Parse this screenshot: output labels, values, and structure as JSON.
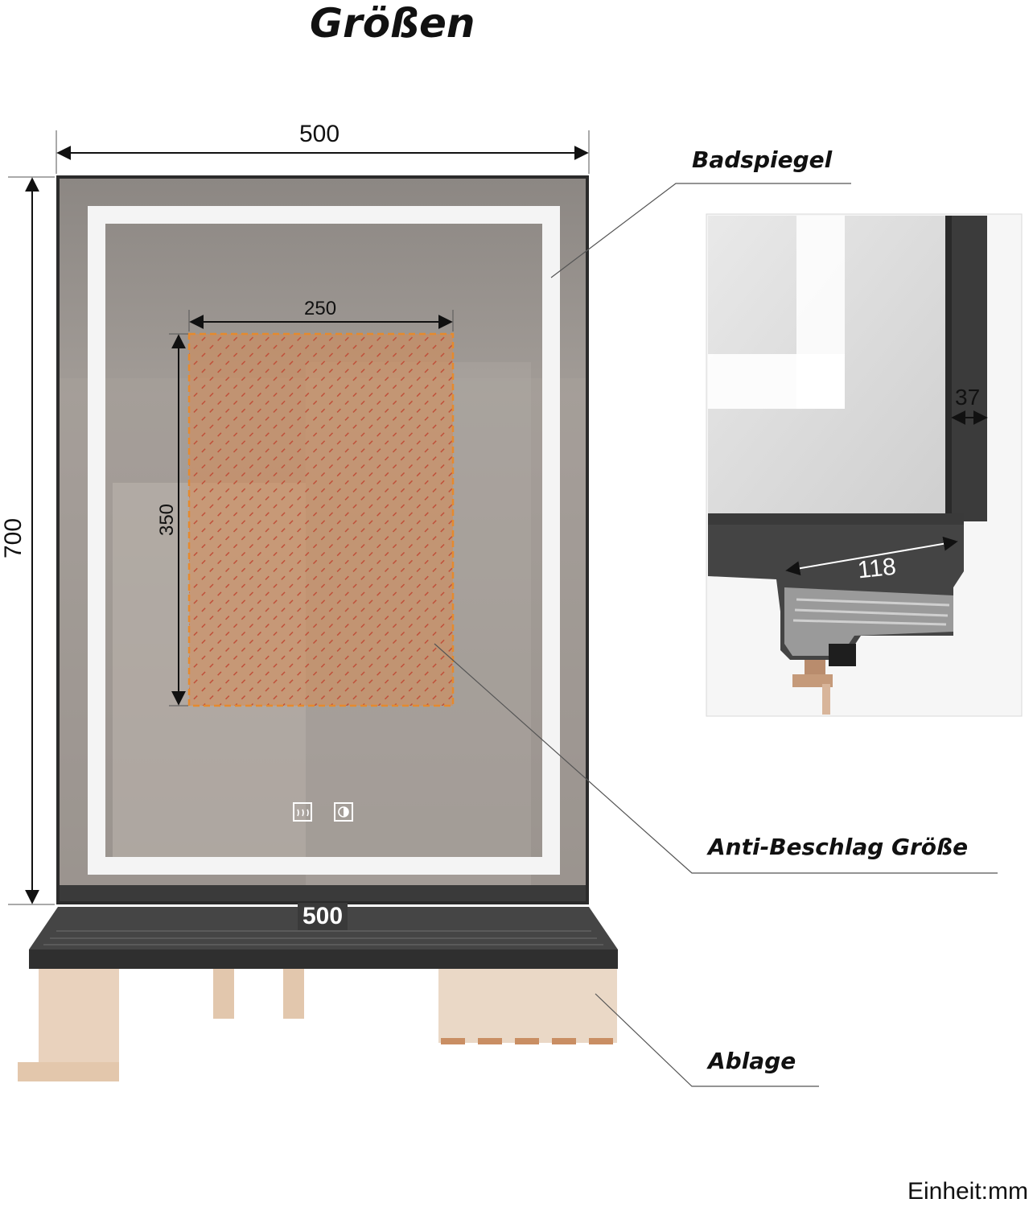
{
  "title": "Größen",
  "dimensions": {
    "mirror_width": "500",
    "mirror_height": "700",
    "antifog_width": "250",
    "antifog_height": "350",
    "shelf_width": "500",
    "frame_depth": "37",
    "shelf_depth": "118"
  },
  "callouts": {
    "mirror": "Badspiegel",
    "antifog": "Anti-Beschlag Größe",
    "shelf": "Ablage"
  },
  "unit_label": "Einheit:mm",
  "icons": [
    "defog-icon",
    "brightness-icon"
  ],
  "colors": {
    "frame": "#2b2b2b",
    "mirror_glass": "#8f8a86",
    "led_strip": "#f4f4f4",
    "antifog_pad": "#e0925a",
    "shelf": "#3a3a3a",
    "accessory": "#e6cdb4"
  }
}
